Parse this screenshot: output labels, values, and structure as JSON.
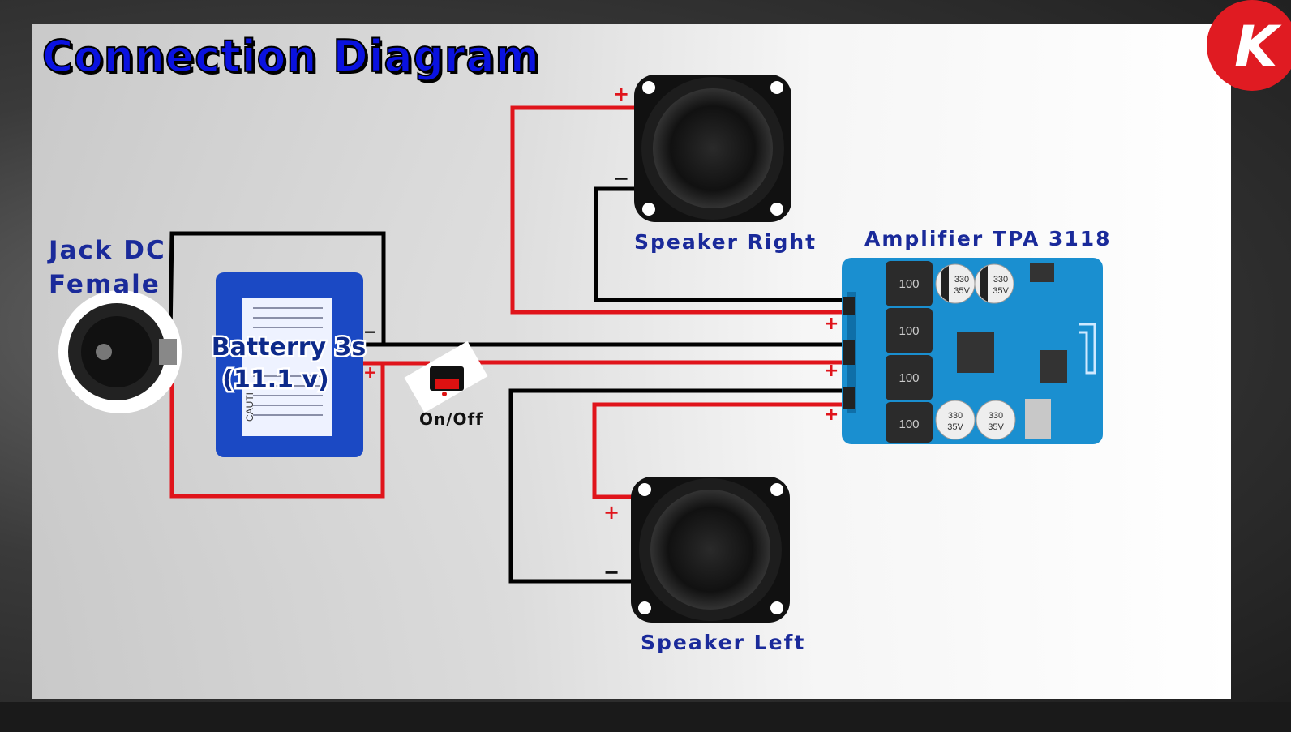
{
  "title": "Connection Diagram",
  "components": {
    "jack": {
      "label_line1": "Jack DC",
      "label_line2": "Female"
    },
    "battery": {
      "label_line1": "Batterry 3s",
      "label_line2": "(11.1 v)",
      "printed_text": "CAUTI"
    },
    "switch": {
      "label": "On/Off"
    },
    "speaker_right": {
      "label": "Speaker Right"
    },
    "speaker_left": {
      "label": "Speaker Left"
    },
    "amplifier": {
      "label": "Amplifier TPA 3118",
      "inductor_marking": "100",
      "capacitor_marking_1": "330",
      "capacitor_marking_2": "35V"
    }
  },
  "polarity": {
    "plus": "+",
    "minus": "−"
  },
  "colors": {
    "positive_wire": "#e0141b",
    "negative_wire": "#000000",
    "label_text": "#1a2a9a",
    "title_text": "#0a12e0",
    "board": "#1a8fd0",
    "logo": "#e01b22"
  },
  "logo": {
    "letter": "K"
  }
}
